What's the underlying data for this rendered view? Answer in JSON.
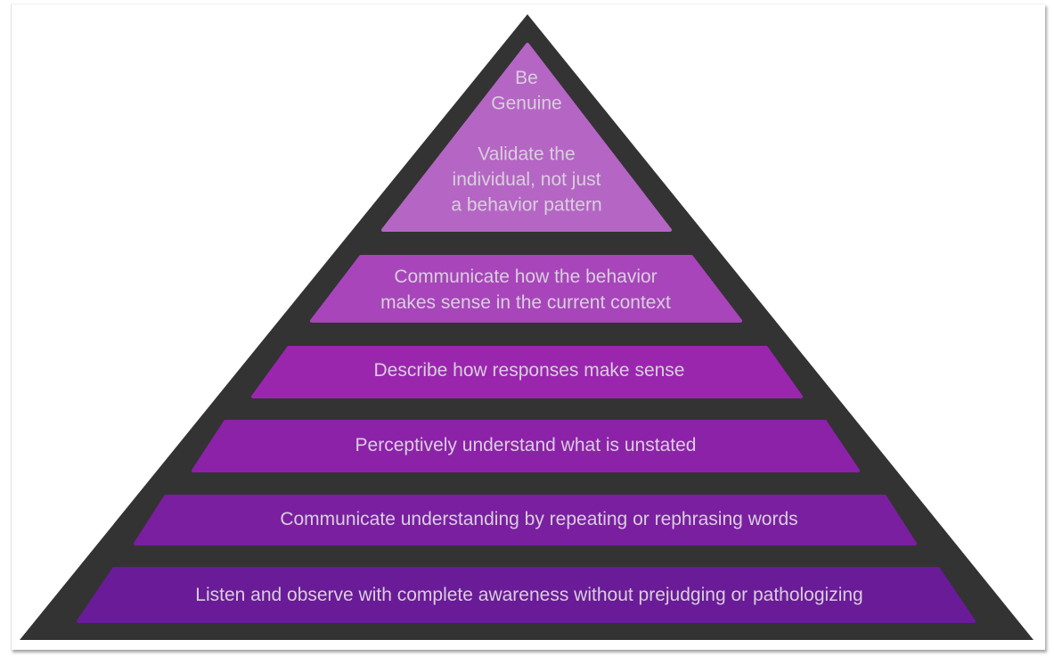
{
  "diagram": {
    "type": "pyramid",
    "title": "",
    "colors": {
      "frame": "#333333",
      "text": "#d8cfdc",
      "background": "#ffffff"
    },
    "levels": [
      {
        "id": "level-6-top",
        "lines": [
          "Be",
          "Genuine",
          "",
          "Validate the",
          "individual, not just",
          "a behavior pattern"
        ],
        "fill": "#b565c4"
      },
      {
        "id": "level-5",
        "lines": [
          "Communicate how the behavior",
          "makes sense in the current context"
        ],
        "fill": "#a845bb"
      },
      {
        "id": "level-4",
        "lines": [
          "Describe how responses make sense"
        ],
        "fill": "#9a26ae"
      },
      {
        "id": "level-3",
        "lines": [
          "Perceptively understand what is unstated"
        ],
        "fill": "#8c22a8"
      },
      {
        "id": "level-2",
        "lines": [
          "Communicate understanding by repeating or rephrasing words"
        ],
        "fill": "#7a1fa0"
      },
      {
        "id": "level-1-base",
        "lines": [
          "Listen and observe with complete awareness without prejudging or pathologizing"
        ],
        "fill": "#6a1b98"
      }
    ]
  }
}
